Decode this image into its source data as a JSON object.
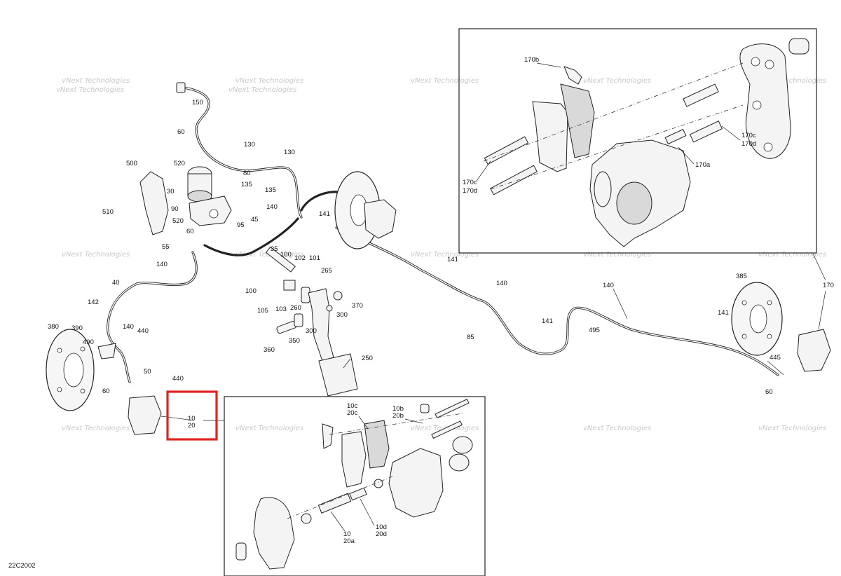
{
  "diagram": {
    "code": "22C2002",
    "watermark_name": "vNext",
    "watermark_text": "Technologies",
    "watermark_full": "vNext Technologies"
  },
  "callouts": [
    {
      "id": "c150",
      "text": "150"
    },
    {
      "id": "c60a",
      "text": "60"
    },
    {
      "id": "c130a",
      "text": "130"
    },
    {
      "id": "c130b",
      "text": "130"
    },
    {
      "id": "c520a",
      "text": "520"
    },
    {
      "id": "c500",
      "text": "500"
    },
    {
      "id": "c80",
      "text": "80"
    },
    {
      "id": "c135a",
      "text": "135"
    },
    {
      "id": "c135b",
      "text": "135"
    },
    {
      "id": "c30",
      "text": "30"
    },
    {
      "id": "c510",
      "text": "510"
    },
    {
      "id": "c90",
      "text": "90"
    },
    {
      "id": "c520b",
      "text": "520"
    },
    {
      "id": "c95",
      "text": "95"
    },
    {
      "id": "c60b",
      "text": "60"
    },
    {
      "id": "c45",
      "text": "45"
    },
    {
      "id": "c140a",
      "text": "140"
    },
    {
      "id": "c141a",
      "text": "141"
    },
    {
      "id": "c55",
      "text": "55"
    },
    {
      "id": "c35",
      "text": "35"
    },
    {
      "id": "c100",
      "text": "100"
    },
    {
      "id": "c102",
      "text": "102"
    },
    {
      "id": "c101",
      "text": "101"
    },
    {
      "id": "c265",
      "text": "265"
    },
    {
      "id": "c141b",
      "text": "141"
    },
    {
      "id": "c140b",
      "text": "140"
    },
    {
      "id": "c40",
      "text": "40"
    },
    {
      "id": "c100b",
      "text": "100"
    },
    {
      "id": "c105",
      "text": "105"
    },
    {
      "id": "c103",
      "text": "103"
    },
    {
      "id": "c260",
      "text": "260"
    },
    {
      "id": "c370",
      "text": "370"
    },
    {
      "id": "c300a",
      "text": "300"
    },
    {
      "id": "c142",
      "text": "142"
    },
    {
      "id": "c140c",
      "text": "140"
    },
    {
      "id": "c140d",
      "text": "140"
    },
    {
      "id": "c140e",
      "text": "140"
    },
    {
      "id": "c380",
      "text": "380"
    },
    {
      "id": "c390",
      "text": "390"
    },
    {
      "id": "c490",
      "text": "490"
    },
    {
      "id": "c440a",
      "text": "440"
    },
    {
      "id": "c360",
      "text": "360"
    },
    {
      "id": "c350",
      "text": "350"
    },
    {
      "id": "c300b",
      "text": "300"
    },
    {
      "id": "c85",
      "text": "85"
    },
    {
      "id": "c141c",
      "text": "141"
    },
    {
      "id": "c495",
      "text": "495"
    },
    {
      "id": "c141d",
      "text": "141"
    },
    {
      "id": "c385",
      "text": "385"
    },
    {
      "id": "c170",
      "text": "170"
    },
    {
      "id": "c445",
      "text": "445"
    },
    {
      "id": "c60c",
      "text": "60"
    },
    {
      "id": "c50",
      "text": "50"
    },
    {
      "id": "c60d",
      "text": "60"
    },
    {
      "id": "c440b",
      "text": "440"
    },
    {
      "id": "c250",
      "text": "250"
    },
    {
      "id": "c10",
      "text": "10"
    },
    {
      "id": "c20",
      "text": "20"
    }
  ],
  "inset_top": {
    "labels": [
      "170b",
      "170c",
      "170d",
      "170a",
      "170c",
      "170d"
    ]
  },
  "inset_bottom": {
    "labels": [
      "10c",
      "20c",
      "10b",
      "20b",
      "10d",
      "20d",
      "10",
      "20a"
    ]
  }
}
